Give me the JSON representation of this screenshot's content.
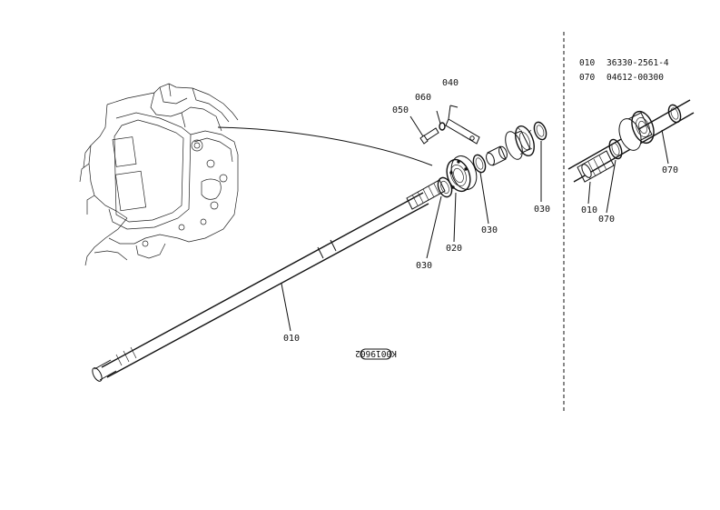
{
  "diagram": {
    "callouts": {
      "shaft_main": "010",
      "bearing_main": "020",
      "circlip_lower": "030",
      "circlip_mid": "030",
      "circlip_right": "030",
      "plate": "040",
      "bolt": "050",
      "washer": "060",
      "stamp": "K0019602"
    },
    "detail": {
      "shaft": "010",
      "collar": "070",
      "circlip": "070"
    },
    "parts_table": [
      {
        "code": "010",
        "part_number": "36330-2561-4"
      },
      {
        "code": "070",
        "part_number": "04612-00300"
      }
    ]
  }
}
